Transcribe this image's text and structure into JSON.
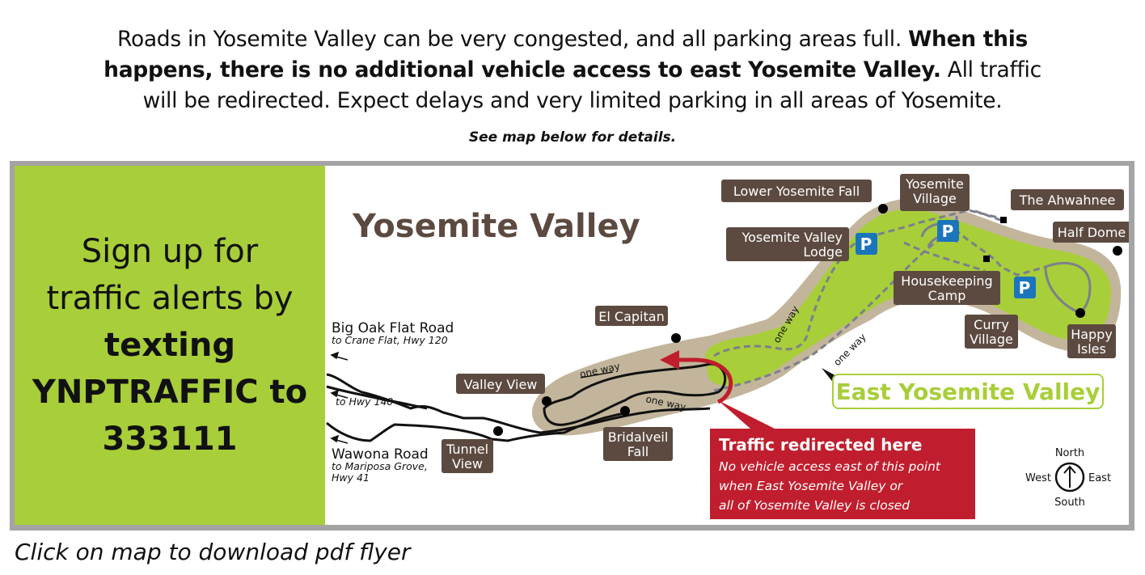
{
  "intro": {
    "line1_regular": "Roads in Yosemite Valley can be very congested, and all parking areas full. ",
    "line1_bold": "When this",
    "line2_bold": "happens, there is no additional vehicle access to east Yosemite Valley.",
    "line2_regular": " All traffic",
    "line3_regular": "will be redirected. Expect delays and very limited parking in all areas of Yosemite.",
    "see_map": "See map below for details."
  },
  "signup": {
    "line1": "Sign up for",
    "line2": "traffic alerts by",
    "line3": "texting",
    "line4": "YNPTRAFFIC to",
    "line5": "333111"
  },
  "map": {
    "title": "Yosemite Valley",
    "roads": {
      "big_oak_name": "Big Oak Flat Road",
      "big_oak_sub": "to Crane Flat, Hwy 120",
      "hwy140": "to Hwy 140",
      "wawona_name": "Wawona Road",
      "wawona_sub1": "to Mariposa Grove,",
      "wawona_sub2": "Hwy 41"
    },
    "one_way": "one way",
    "labels": {
      "valley_view": "Valley View",
      "tunnel_view_1": "Tunnel",
      "tunnel_view_2": "View",
      "el_capitan": "El Capitan",
      "bridalveil_1": "Bridalveil",
      "bridalveil_2": "Fall",
      "lower_yosemite_fall": "Lower Yosemite Fall",
      "yv_lodge_1": "Yosemite Valley",
      "yv_lodge_2": "Lodge",
      "yosemite_village_1": "Yosemite",
      "yosemite_village_2": "Village",
      "ahwahnee": "The Ahwahnee",
      "half_dome": "Half Dome",
      "housekeeping_1": "Housekeeping",
      "housekeeping_2": "Camp",
      "curry_1": "Curry",
      "curry_2": "Village",
      "happy_1": "Happy",
      "happy_2": "Isles",
      "parking": "P"
    },
    "east_valley": "East Yosemite Valley",
    "redirect": {
      "title": "Traffic redirected here",
      "line1": "No vehicle access east of this point",
      "line2": "when East Yosemite Valley or",
      "line3": "all of Yosemite Valley is closed"
    },
    "compass": {
      "north": "North",
      "south": "South",
      "east": "East",
      "west": "West"
    }
  },
  "caption": "Click on map to download pdf flyer",
  "colors": {
    "green": "#a8ce3a",
    "brown_label": "#5c4a40",
    "tan": "#c2b59b",
    "red": "#c01e2e",
    "parking_blue": "#1a75bc",
    "frame_gray": "#a4a4a4"
  }
}
